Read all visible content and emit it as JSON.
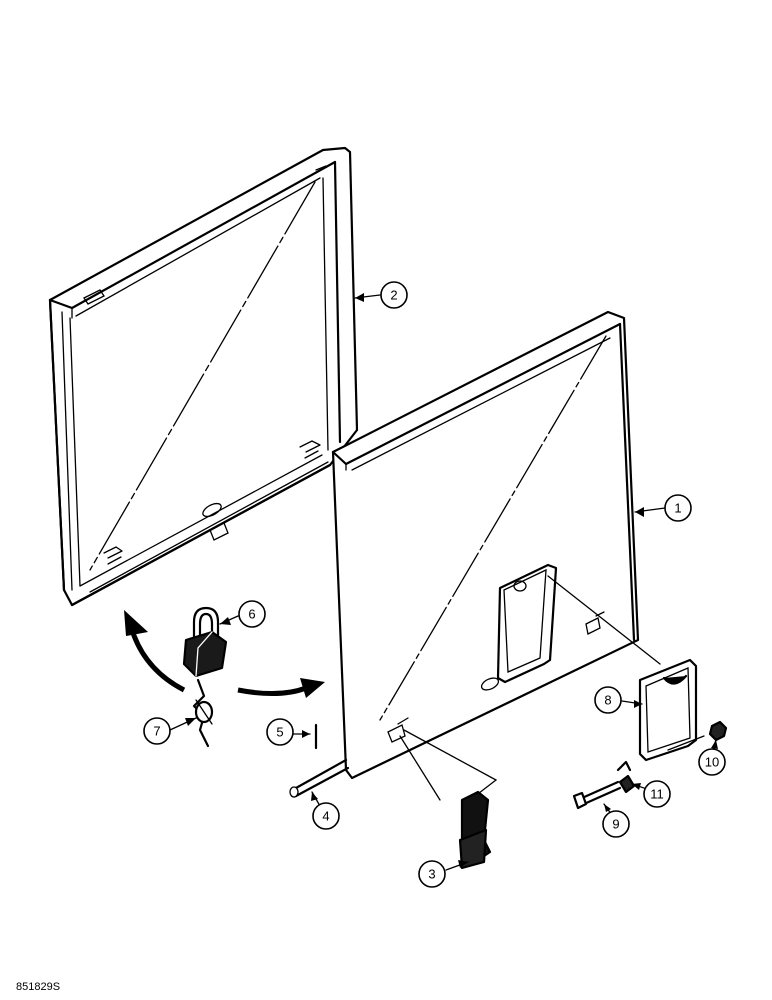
{
  "diagram": {
    "figure_id": "851829S",
    "callouts": [
      {
        "id": "c1",
        "label": "1"
      },
      {
        "id": "c2",
        "label": "2"
      },
      {
        "id": "c3",
        "label": "3"
      },
      {
        "id": "c4",
        "label": "4"
      },
      {
        "id": "c5",
        "label": "5"
      },
      {
        "id": "c6",
        "label": "6"
      },
      {
        "id": "c7",
        "label": "7"
      },
      {
        "id": "c8",
        "label": "8"
      },
      {
        "id": "c9",
        "label": "9"
      },
      {
        "id": "c10",
        "label": "10"
      },
      {
        "id": "c11",
        "label": "11"
      }
    ]
  }
}
